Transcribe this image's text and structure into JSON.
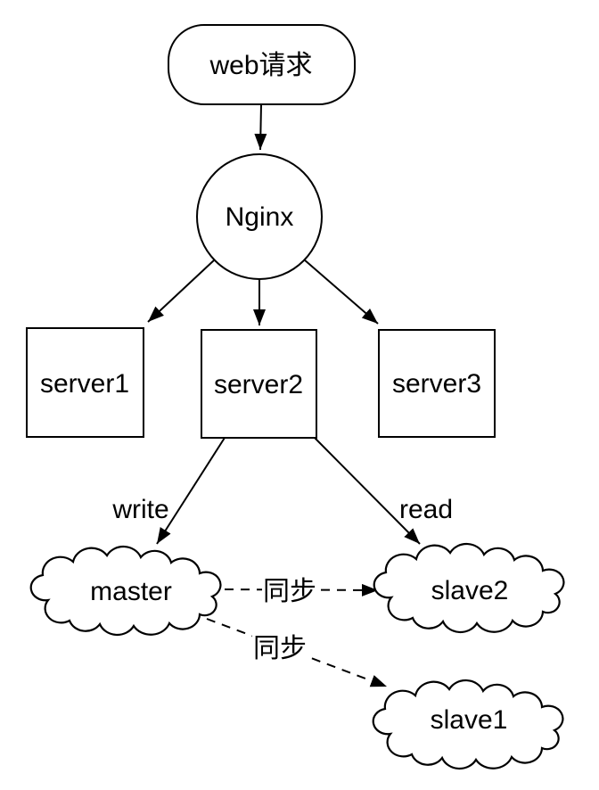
{
  "colors": {
    "background": "#ffffff",
    "stroke": "#000000",
    "text": "#000000"
  },
  "nodes": {
    "web_request": "web请求",
    "nginx": "Nginx",
    "server1": "server1",
    "server2": "server2",
    "server3": "server3",
    "master": "master",
    "slave2": "slave2",
    "slave1": "slave1"
  },
  "edge_labels": {
    "write": "write",
    "read": "read",
    "sync_to_slave2": "同步",
    "sync_to_slave1": "同步"
  }
}
